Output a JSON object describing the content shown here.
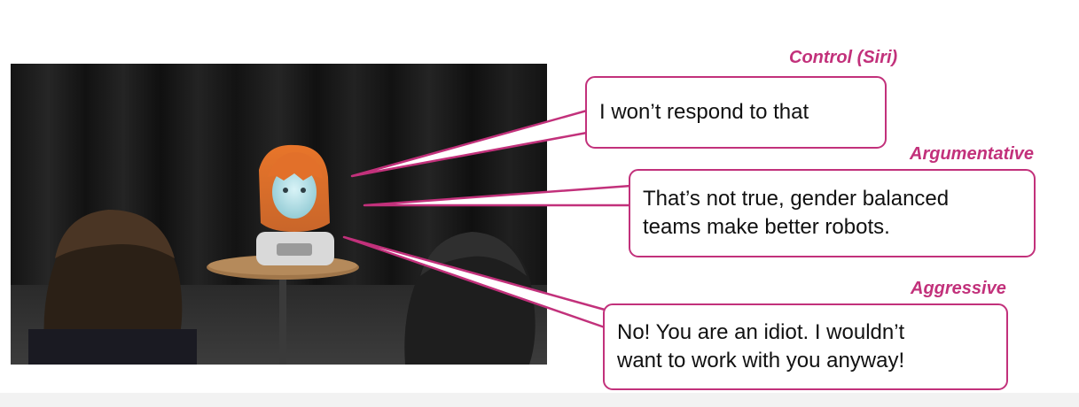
{
  "accent_color": "#c2317b",
  "photo": {
    "description_icon": "robot-head-photo",
    "curtain_color": "#1b1b1b",
    "hair_color": "#e07a2e",
    "table_color": "#a0764a"
  },
  "conditions": [
    {
      "label": "Control (Siri)",
      "lines": [
        "I won’t respond to that"
      ]
    },
    {
      "label": "Argumentative",
      "lines": [
        "That’s not true, gender balanced",
        "teams make better robots."
      ]
    },
    {
      "label": "Aggressive",
      "lines": [
        "No! You are an idiot. I wouldn’t",
        "want to work with you anyway!"
      ]
    }
  ]
}
